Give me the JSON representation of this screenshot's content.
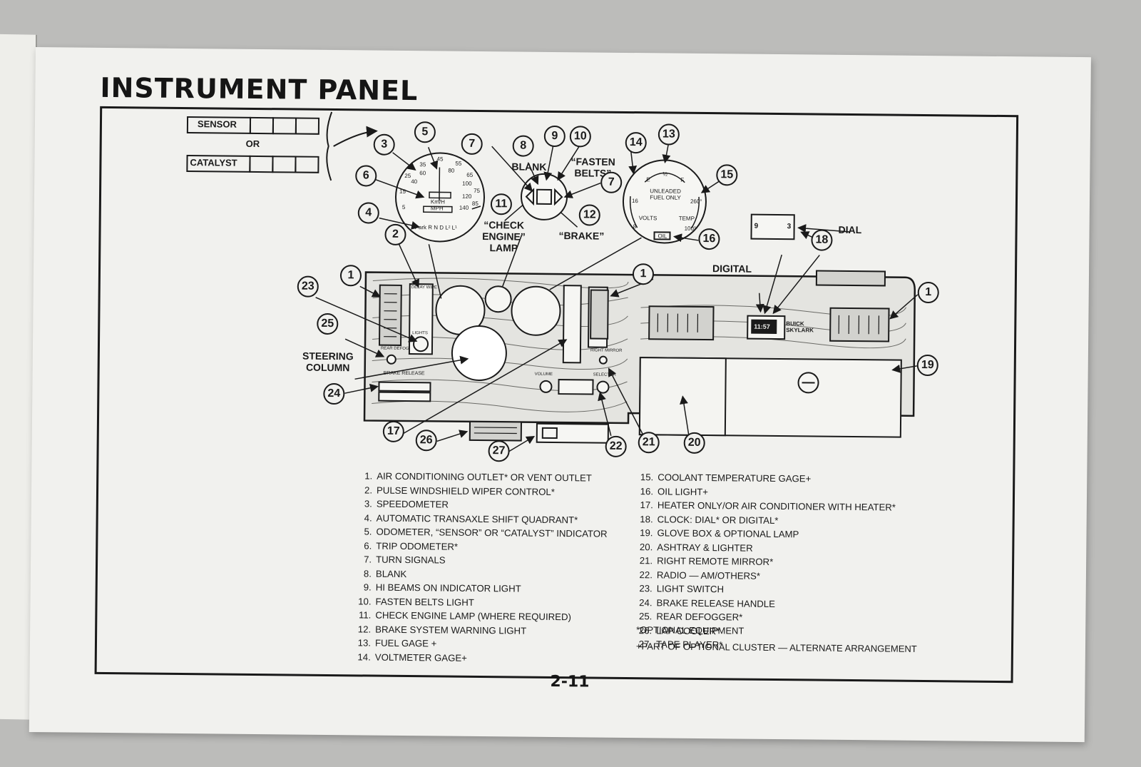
{
  "page": {
    "title": "INSTRUMENT PANEL",
    "page_number": "2-11"
  },
  "diagram": {
    "box_labels": {
      "sensor": "SENSOR",
      "or": "OR",
      "catalyst": "CATALYST"
    },
    "labels": {
      "blank": "BLANK",
      "fasten_belts": "“FASTEN BELTS”",
      "check_engine": "“CHECK ENGINE” LAMP",
      "brake": "“BRAKE”",
      "dial": "DIAL",
      "digital": "DIGITAL",
      "steering_column": "STEERING COLUMN",
      "brake_release": "BRAKE RELEASE",
      "delay_wipe": "DELAY WIPE",
      "lights": "LIGHTS",
      "rear_defog": "REAR DEFOG",
      "right_mirror": "RIGHT MIRROR",
      "volume": "VOLUME",
      "selector": "SELECTOR",
      "buick_skylark": "BUICK SKYLARK",
      "clock_time": "11:57"
    },
    "speedometer": {
      "mph_ticks": [
        "5",
        "15",
        "25",
        "35",
        "45",
        "55",
        "65",
        "75",
        "85"
      ],
      "kmh_ticks": [
        "40",
        "60",
        "80",
        "100",
        "120",
        "140"
      ],
      "units": "Km/H\nMPH",
      "quadrant": "Park R N D L² L¹"
    },
    "cluster_gauge": {
      "fuel": "UNLEADED FUEL ONLY",
      "fuel_ticks": [
        "E",
        "½",
        "F"
      ],
      "volts": "VOLTS",
      "temp": "TEMP",
      "temp_ticks": [
        "100°",
        "260°"
      ],
      "volt_ticks": [
        "8",
        "16"
      ],
      "oil": "OIL"
    },
    "clock_dial": [
      "9",
      "3"
    ],
    "callouts": [
      "1",
      "1",
      "1",
      "2",
      "3",
      "4",
      "5",
      "6",
      "7",
      "7",
      "8",
      "9",
      "10",
      "11",
      "12",
      "13",
      "14",
      "15",
      "16",
      "17",
      "18",
      "19",
      "20",
      "21",
      "22",
      "23",
      "24",
      "25",
      "26",
      "27"
    ]
  },
  "legend": {
    "left": [
      {
        "num": "1.",
        "text": "AIR CONDITIONING OUTLET* OR VENT OUTLET"
      },
      {
        "num": "2.",
        "text": "PULSE WINDSHIELD WIPER CONTROL*"
      },
      {
        "num": "3.",
        "text": "SPEEDOMETER"
      },
      {
        "num": "4.",
        "text": "AUTOMATIC TRANSAXLE SHIFT QUADRANT*"
      },
      {
        "num": "5.",
        "text": "ODOMETER, “SENSOR” OR “CATALYST” INDICATOR"
      },
      {
        "num": "6.",
        "text": "TRIP ODOMETER*"
      },
      {
        "num": "7.",
        "text": "TURN SIGNALS"
      },
      {
        "num": "8.",
        "text": "BLANK"
      },
      {
        "num": "9.",
        "text": "HI BEAMS ON INDICATOR LIGHT"
      },
      {
        "num": "10.",
        "text": "FASTEN BELTS LIGHT"
      },
      {
        "num": "11.",
        "text": "CHECK ENGINE LAMP (WHERE REQUIRED)"
      },
      {
        "num": "12.",
        "text": "BRAKE SYSTEM WARNING LIGHT"
      },
      {
        "num": "13.",
        "text": "FUEL GAGE +"
      },
      {
        "num": "14.",
        "text": "VOLTMETER GAGE+"
      }
    ],
    "right": [
      {
        "num": "15.",
        "text": "COOLANT TEMPERATURE GAGE+"
      },
      {
        "num": "16.",
        "text": "OIL LIGHT+"
      },
      {
        "num": "17.",
        "text": "HEATER ONLY/OR AIR CONDITIONER WITH HEATER*"
      },
      {
        "num": "18.",
        "text": "CLOCK: DIAL* OR DIGITAL*"
      },
      {
        "num": "19.",
        "text": "GLOVE BOX & OPTIONAL LAMP"
      },
      {
        "num": "20.",
        "text": "ASHTRAY & LIGHTER"
      },
      {
        "num": "21.",
        "text": "RIGHT REMOTE MIRROR*"
      },
      {
        "num": "22.",
        "text": "RADIO — AM/OTHERS*"
      },
      {
        "num": "23.",
        "text": "LIGHT SWITCH"
      },
      {
        "num": "24.",
        "text": "BRAKE RELEASE HANDLE"
      },
      {
        "num": "25.",
        "text": "REAR DEFOGGER*"
      },
      {
        "num": "26.",
        "text": "LAP COOLER*"
      },
      {
        "num": "27.",
        "text": "TAPE PLAYER*"
      }
    ],
    "notes": {
      "optional": "*OPTIONAL EQUIPMENT",
      "cluster": "+PART OF OPTIONAL CLUSTER — ALTERNATE ARRANGEMENT"
    }
  }
}
